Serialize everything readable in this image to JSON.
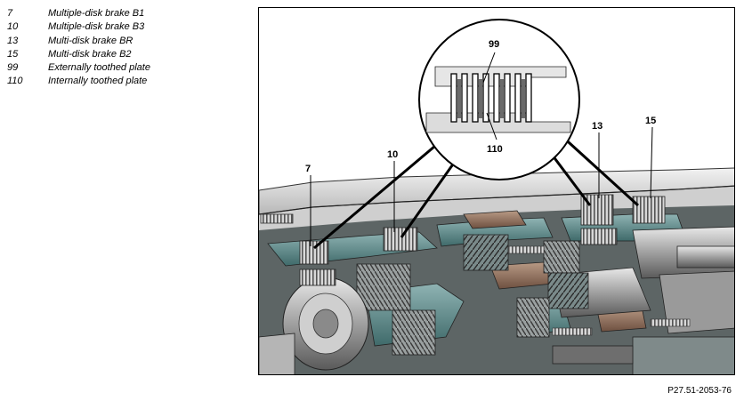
{
  "legend": [
    {
      "num": "7",
      "text": "Multiple-disk brake B1"
    },
    {
      "num": "10",
      "text": "Multiple-disk brake B3"
    },
    {
      "num": "13",
      "text": "Multi-disk brake BR"
    },
    {
      "num": "15",
      "text": "Multi-disk brake B2"
    },
    {
      "num": "99",
      "text": "Externally toothed plate"
    },
    {
      "num": "110",
      "text": "Internally toothed plate"
    }
  ],
  "callouts": {
    "c7": "7",
    "c10": "10",
    "c13": "13",
    "c15": "15",
    "c99": "99",
    "c110": "110"
  },
  "figure_ref": "P27.51-2053-76"
}
